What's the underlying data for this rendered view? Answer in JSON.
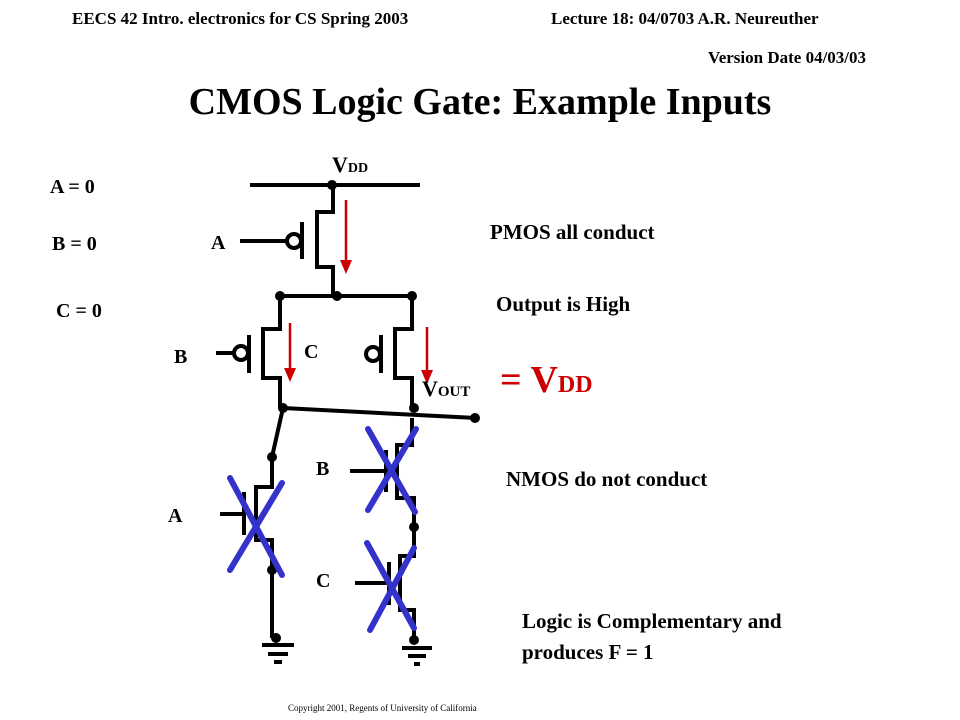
{
  "header": {
    "course": "EECS 42   Intro. electronics for CS Spring 2003",
    "lecture": "Lecture 18: 04/0703  A.R. Neureuther",
    "version": "Version  Date 04/03/03"
  },
  "title": "CMOS Logic Gate: Example Inputs",
  "inputs": {
    "a": "A = 0",
    "b": "B = 0",
    "c": "C = 0"
  },
  "gate_labels": {
    "pmos_a": "A",
    "pmos_b": "B",
    "pmos_c": "C",
    "nmos_a": "A",
    "nmos_b": "B",
    "nmos_c": "C"
  },
  "supply": {
    "vdd_v": "V",
    "vdd_sub": "DD"
  },
  "output": {
    "vout_v": "V",
    "vout_sub": "OUT",
    "eq_v": "= V",
    "eq_sub": "DD"
  },
  "notes": {
    "pmos": "PMOS all conduct",
    "output_high": "Output is High",
    "nmos": "NMOS do not conduct",
    "logic_line1": "Logic is Complementary  and",
    "logic_line2": "produces F = 1"
  },
  "copyright": "Copyright 2001, Regents of University of California",
  "colors": {
    "arrow": "#cc0000",
    "cross": "#3333cc",
    "wire": "#000000"
  }
}
